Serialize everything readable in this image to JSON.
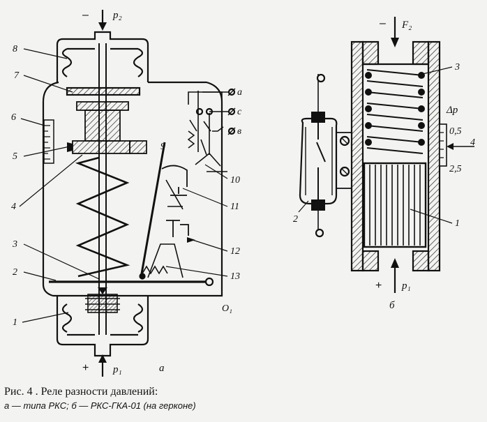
{
  "pressures": {
    "p2": "p₂",
    "p1": "p₁",
    "F2": "F₂",
    "delta_p": "Δp",
    "minus": "–",
    "plus": "+"
  },
  "left_labels": {
    "n8": "8",
    "n7": "7",
    "n6": "6",
    "n5": "5",
    "n4": "4",
    "n3": "3",
    "n2": "2",
    "n1": "1",
    "n9": "9",
    "n10": "10",
    "n11": "11",
    "n12": "12",
    "n13": "13",
    "o1": "O₁",
    "term_a": "a",
    "term_c": "c",
    "term_v": "в",
    "sub_a": "a"
  },
  "right_labels": {
    "n3": "3",
    "n1": "1",
    "n2": "2",
    "n4": "4",
    "scale_05": "0,5",
    "scale_25": "2,5",
    "sub_b": "б"
  },
  "caption": {
    "fig": "Рис. 4",
    "title": " . Реле разности давлений:",
    "line2_a": "a",
    "line2_a_text": " — типа РКС; ",
    "line2_b": "б",
    "line2_b_text": " — РКС-ГКА-01 (на герконе)"
  }
}
